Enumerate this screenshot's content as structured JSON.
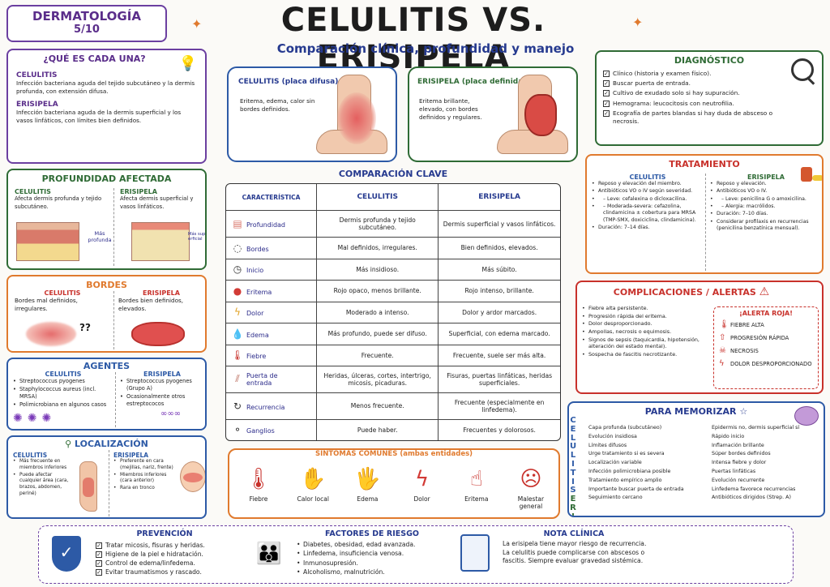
{
  "header": {
    "badge_line1": "DERMATOLOGÍA",
    "badge_line2": "5/10",
    "title": "CELULITIS VS. ERISIPELA",
    "subtitle": "Comparación clínica, profundidad y manejo"
  },
  "que_es": {
    "title": "¿QUÉ ES CADA UNA?",
    "cel_h": "CELULITIS",
    "cel_t": "Infección bacteriana aguda del tejido subcutáneo y la dermis profunda, con extensión difusa.",
    "eri_h": "ERISIPELA",
    "eri_t": "Infección bacteriana aguda de la dermis superficial y los vasos linfáticos, con límites bien definidos."
  },
  "profundidad": {
    "title": "PROFUNDIDAD AFECTADA",
    "cel_h": "CELULITIS",
    "cel_t": "Afecta dermis profunda y tejido subcutáneo.",
    "cel_lbl": "Más profunda",
    "eri_h": "ERISIPELA",
    "eri_t": "Afecta dermis superficial y vasos linfáticos.",
    "eri_lbl": "Más superficial"
  },
  "bordes": {
    "title": "BORDES",
    "cel_h": "CELULITIS",
    "cel_t": "Bordes mal definidos, irregulares.",
    "eri_h": "ERISIPELA",
    "eri_t": "Bordes bien definidos, elevados.",
    "q": "??"
  },
  "agentes": {
    "title": "AGENTES",
    "cel_h": "CELULITIS",
    "cel_items": [
      "Streptococcus pyogenes",
      "Staphylococcus aureus (incl. MRSA)",
      "Polimicrobiana en algunos casos"
    ],
    "eri_h": "ERISIPELA",
    "eri_items": [
      "Streptococcus pyogenes (Grupo A)",
      "Ocasionalmente otros estreptococos"
    ]
  },
  "localizacion": {
    "title": "LOCALIZACIÓN",
    "cel_h": "CELULITIS",
    "cel_items": [
      "Más frecuente en miembros inferiores",
      "Puede afectar cualquier área (cara, brazos, abdomen, periné)"
    ],
    "eri_h": "ERISIPELA",
    "eri_items": [
      "Preferente en cara (mejillas, nariz, frente)",
      "Miembros inferiores (cara anterior)",
      "Rara en tronco"
    ]
  },
  "placa_cel": {
    "title": "CELULITIS (placa difusa)",
    "text": "Eritema, edema, calor sin bordes definidos."
  },
  "placa_eri": {
    "title": "ERISIPELA (placa definida)",
    "text": "Eritema brillante, elevado, con bordes definidos y regulares."
  },
  "comparacion": {
    "title": "COMPARACIÓN CLAVE",
    "headers": [
      "CARACTERÍSTICA",
      "CELULITIS",
      "ERISIPELA"
    ],
    "rows": [
      {
        "icon": "skin-layers-icon",
        "label": "Profundidad",
        "cel": "Dermis profunda y tejido subcutáneo.",
        "eri": "Dermis superficial y vasos linfáticos."
      },
      {
        "icon": "dashed-circle-icon",
        "label": "Bordes",
        "cel": "Mal definidos, irregulares.",
        "eri": "Bien definidos, elevados."
      },
      {
        "icon": "clock-icon",
        "label": "Inicio",
        "cel": "Más insidioso.",
        "eri": "Más súbito."
      },
      {
        "icon": "red-circle-icon",
        "label": "Eritema",
        "cel": "Rojo opaco, menos brillante.",
        "eri": "Rojo intenso, brillante."
      },
      {
        "icon": "lightning-icon",
        "label": "Dolor",
        "cel": "Moderado a intenso.",
        "eri": "Dolor y ardor marcados."
      },
      {
        "icon": "drop-icon",
        "label": "Edema",
        "cel": "Más profundo, puede ser difuso.",
        "eri": "Superficial, con edema marcado."
      },
      {
        "icon": "thermometer-icon",
        "label": "Fiebre",
        "cel": "Frecuente.",
        "eri": "Frecuente, suele ser más alta."
      },
      {
        "icon": "wound-icon",
        "label": "Puerta de entrada",
        "cel": "Heridas, úlceras, cortes, intertrigo, micosis, picaduras.",
        "eri": "Fisuras, puertas linfáticas, heridas superficiales."
      },
      {
        "icon": "recurrence-icon",
        "label": "Recurrencia",
        "cel": "Menos frecuente.",
        "eri": "Frecuente (especialmente en linfedema)."
      },
      {
        "icon": "lymph-node-icon",
        "label": "Ganglios",
        "cel": "Puede haber.",
        "eri": "Frecuentes y dolorosos."
      }
    ]
  },
  "sintomas": {
    "title": "SÍNTOMAS COMUNES (ambas entidades)",
    "items": [
      "Fiebre",
      "Calor local",
      "Edema",
      "Dolor",
      "Eritema",
      "Malestar general"
    ]
  },
  "diagnostico": {
    "title": "DIAGNÓSTICO",
    "items": [
      "Clínico (historia y examen físico).",
      "Buscar puerta de entrada.",
      "Cultivo de exudado solo si hay supuración.",
      "Hemograma: leucocitosis con neutrofilia.",
      "Ecografía de partes blandas si hay duda de absceso o necrosis."
    ]
  },
  "tratamiento": {
    "title": "TRATAMIENTO",
    "cel_h": "CELULITIS",
    "cel_items": [
      "Reposo y elevación del miembro.",
      "Antibióticos VO o IV según severidad.",
      "– Leve: cefalexina o dicloxacilina.",
      "– Moderada-severa: cefazolina, clindamicina ± cobertura para MRSA (TMP-SMX, doxiciclina, clindamicina).",
      "Duración: 7–14 días."
    ],
    "eri_h": "ERISIPELA",
    "eri_items": [
      "Reposo y elevación.",
      "Antibióticos VO o IV.",
      "– Leve: penicilina G o amoxicilina.",
      "– Alergia: macrólidos.",
      "Duración: 7–10 días.",
      "Considerar profilaxis en recurrencias (penicilina benzatínica mensual)."
    ]
  },
  "complicaciones": {
    "title": "COMPLICACIONES / ALERTAS",
    "items": [
      "Fiebre alta persistente.",
      "Progresión rápida del eritema.",
      "Dolor desproporcionado.",
      "Ampollas, necrosis o equimosis.",
      "Signos de sepsis (taquicardia, hipotensión, alteración del estado mental).",
      "Sospecha de fascitis necrotizante."
    ],
    "alert_title": "¡ALERTA ROJA!",
    "alerts": [
      "FIEBRE ALTA",
      "PROGRESIÓN RÁPIDA",
      "NECROSIS",
      "DOLOR DESPROPORCIONADO"
    ]
  },
  "memorizar": {
    "title": "PARA MEMORIZAR",
    "cel_word": "CELULITIS",
    "cel_items": [
      "Capa profunda (subcutáneo)",
      "Evolución insidiosa",
      "Límites difusos",
      "Urge tratamiento si es severa",
      "Localización variable",
      "Infección polimicrobiana posible",
      "Tratamiento empírico amplio",
      "Importante buscar puerta de entrada",
      "Seguimiento cercano"
    ],
    "eri_word": "ERISIPELA",
    "eri_items": [
      "Epidermis no, dermis superficial sí",
      "Rápido inicio",
      "Inflamación brillante",
      "Súper bordes definidos",
      "Intensa fiebre y dolor",
      "Puertas linfáticas",
      "Evolución recurrente",
      "Linfedema favorece recurrencias",
      "Antibióticos dirigidos (Strep. A)"
    ]
  },
  "prevencion": {
    "title": "PREVENCIÓN",
    "items": [
      "Tratar micosis, fisuras y heridas.",
      "Higiene de la piel e hidratación.",
      "Control de edema/linfedema.",
      "Evitar traumatismos y rascado."
    ]
  },
  "riesgo": {
    "title": "FACTORES DE RIESGO",
    "items": [
      "Diabetes, obesidad, edad avanzada.",
      "Linfedema, insuficiencia venosa.",
      "Inmunosupresión.",
      "Alcoholismo, malnutrición."
    ]
  },
  "nota": {
    "title": "NOTA CLÍNICA",
    "text": "La erisipela tiene mayor riesgo de recurrencia. La celulitis puede complicarse con abscesos o fascitis. Siempre evaluar gravedad sistémica."
  },
  "colors": {
    "purple": "#6b3fa0",
    "green": "#2f6b35",
    "orange": "#e07a2e",
    "blue": "#2d5aa6",
    "red": "#c8312b",
    "navy": "#263a8f"
  }
}
